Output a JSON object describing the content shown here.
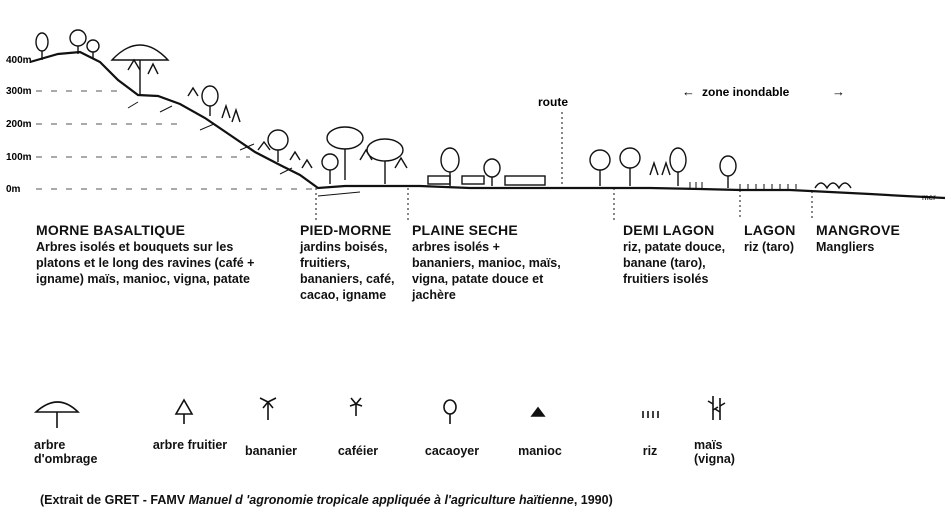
{
  "scale": {
    "labels": [
      "400m",
      "300m",
      "200m",
      "100m",
      "0m"
    ]
  },
  "annotations": {
    "route": "route",
    "zone_inondable": "zone inondable",
    "arrow_left": "←",
    "arrow_right": "→",
    "sea_tag": "mer"
  },
  "zones": [
    {
      "title": "MORNE BASALTIQUE",
      "desc": "Arbres isolés et bouquets sur les platons et le long des ravines (café + igname) maïs, manioc, vigna, patate"
    },
    {
      "title": "PIED-MORNE",
      "desc": "jardins boisés, fruitiers, bananiers, café, cacao, igname"
    },
    {
      "title": "PLAINE SECHE",
      "desc": "arbres isolés + bananiers, manioc, maïs, vigna, patate douce et jachère"
    },
    {
      "title": "DEMI LAGON",
      "desc": "riz, patate douce, banane (taro), fruitiers isolés"
    },
    {
      "title": "LAGON",
      "desc": "riz (taro)"
    },
    {
      "title": "MANGROVE",
      "desc": "Mangliers"
    }
  ],
  "legend": [
    {
      "icon": "shade-tree-icon",
      "label": "arbre d'ombrage"
    },
    {
      "icon": "fruit-tree-icon",
      "label": "arbre fruitier"
    },
    {
      "icon": "banana-plant-icon",
      "label": "bananier"
    },
    {
      "icon": "coffee-plant-icon",
      "label": "caféier"
    },
    {
      "icon": "cocoa-tree-icon",
      "label": "cacaoyer"
    },
    {
      "icon": "cassava-icon",
      "label": "manioc"
    },
    {
      "icon": "rice-icon",
      "label": "riz"
    },
    {
      "icon": "maize-vigna-icon",
      "label": "maïs (vigna)"
    }
  ],
  "caption": {
    "prefix": "(Extrait de GRET - FAMV ",
    "title": "Manuel d 'agronomie tropicale appliquée à l'agriculture haïtienne",
    "suffix": ", 1990)"
  },
  "colors": {
    "ink": "#111111",
    "ground_dash": "#555555"
  }
}
